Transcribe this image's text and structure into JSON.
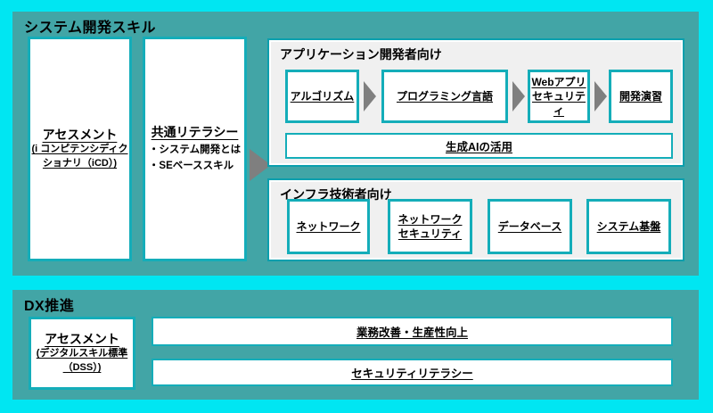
{
  "colors": {
    "background": "#00E6F2",
    "panel": "#42A5A6",
    "box_border": "#14ADB9",
    "gray_panel": "#F0F0F0",
    "gray_panel_border": "#0A9FAD",
    "arrow": "#7F7F7F"
  },
  "system_section": {
    "title": "システム開発スキル",
    "assessment": {
      "title": "アセスメント",
      "sub_lines": [
        "(i コンピテンシディク",
        "ショナリ（iCD）)"
      ]
    },
    "common_literacy": {
      "title": "共通リテラシー",
      "bullets": [
        "・システム開発とは",
        "・SEベーススキル"
      ]
    },
    "app_dev": {
      "title": "アプリケーション開発者向け",
      "flow": [
        {
          "lines": [
            "アルゴリズム"
          ]
        },
        {
          "lines": [
            "プログラミング言語"
          ]
        },
        {
          "lines": [
            "Webアプリ",
            "セキュリティ"
          ]
        },
        {
          "lines": [
            "開発演習"
          ]
        }
      ],
      "wide_box": "生成AIの活用"
    },
    "infra": {
      "title": "インフラ技術者向け",
      "items": [
        {
          "lines": [
            "ネットワーク"
          ]
        },
        {
          "lines": [
            "ネットワーク",
            "セキュリティ"
          ]
        },
        {
          "lines": [
            "データベース"
          ]
        },
        {
          "lines": [
            "システム基盤"
          ]
        }
      ]
    }
  },
  "dx_section": {
    "title": "DX推進",
    "assessment": {
      "title": "アセスメント",
      "sub_lines": [
        "(デジタルスキル標準",
        "（DSS）)"
      ]
    },
    "rows": [
      "業務改善・生産性向上",
      "セキュリティリテラシー"
    ]
  }
}
